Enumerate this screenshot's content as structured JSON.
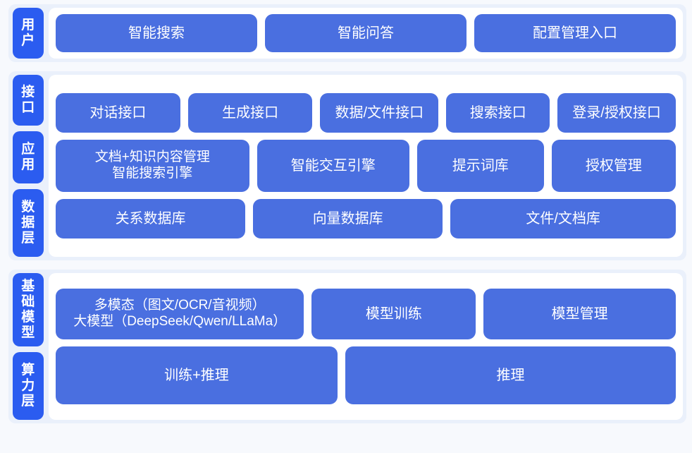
{
  "diagram": {
    "title": "AI Platform Layered Architecture",
    "colors": {
      "page_background": "#f7f9fd",
      "section_background": "#eaf0fb",
      "card_background": "#ffffff",
      "label_chip": "#2b5cf0",
      "content_box": "#4a6fe0",
      "text_on_blue": "#ffffff"
    }
  },
  "sections": [
    {
      "id": "user",
      "labels": [
        "用户"
      ],
      "rows": [
        {
          "id": "user-entries",
          "boxes": [
            {
              "text": "智能搜索",
              "flex": 1
            },
            {
              "text": "智能问答",
              "flex": 1
            },
            {
              "text": "配置管理入口",
              "flex": 1
            }
          ]
        }
      ]
    },
    {
      "id": "platform",
      "labels": [
        "接口",
        "应用",
        "数据层"
      ],
      "rows": [
        {
          "id": "interface",
          "boxes": [
            {
              "text": "对话接口"
            },
            {
              "text": "生成接口"
            },
            {
              "text": "数据/文件接口"
            },
            {
              "text": "搜索接口"
            },
            {
              "text": "登录/授权接口"
            }
          ]
        },
        {
          "id": "application",
          "boxes": [
            {
              "line1": "文档+知识内容管理",
              "line2": "智能搜索引擎"
            },
            {
              "text": "智能交互引擎"
            },
            {
              "text": "提示词库"
            },
            {
              "text": "授权管理"
            }
          ]
        },
        {
          "id": "data",
          "boxes": [
            {
              "text": "关系数据库"
            },
            {
              "text": "向量数据库"
            },
            {
              "text": "文件/文档库"
            }
          ]
        }
      ]
    },
    {
      "id": "model",
      "labels": [
        "基础模型",
        "算力层"
      ],
      "rows": [
        {
          "id": "foundation-model",
          "boxes": [
            {
              "line1": "多模态（图文/OCR/音视频）",
              "line2": "大模型（DeepSeek/Qwen/LLaMa）"
            },
            {
              "text": "模型训练"
            },
            {
              "text": "模型管理"
            }
          ]
        },
        {
          "id": "compute",
          "boxes": [
            {
              "text": "训练+推理"
            },
            {
              "text": "推理"
            }
          ]
        }
      ]
    }
  ],
  "text": {
    "user_label": "用户",
    "interface_label": "接口",
    "application_label": "应用",
    "data_label": "数据层",
    "foundation_label": "基础模型",
    "compute_label": "算力层",
    "u1": "智能搜索",
    "u2": "智能问答",
    "u3": "配置管理入口",
    "i1": "对话接口",
    "i2": "生成接口",
    "i3": "数据/文件接口",
    "i4": "搜索接口",
    "i5": "登录/授权接口",
    "a1_line1": "文档+知识内容管理",
    "a1_line2": "智能搜索引擎",
    "a2": "智能交互引擎",
    "a3": "提示词库",
    "a4": "授权管理",
    "d1": "关系数据库",
    "d2": "向量数据库",
    "d3": "文件/文档库",
    "m1_line1": "多模态（图文/OCR/音视频）",
    "m1_line2": "大模型（DeepSeek/Qwen/LLaMa）",
    "m2": "模型训练",
    "m3": "模型管理",
    "c1": "训练+推理",
    "c2": "推理"
  }
}
